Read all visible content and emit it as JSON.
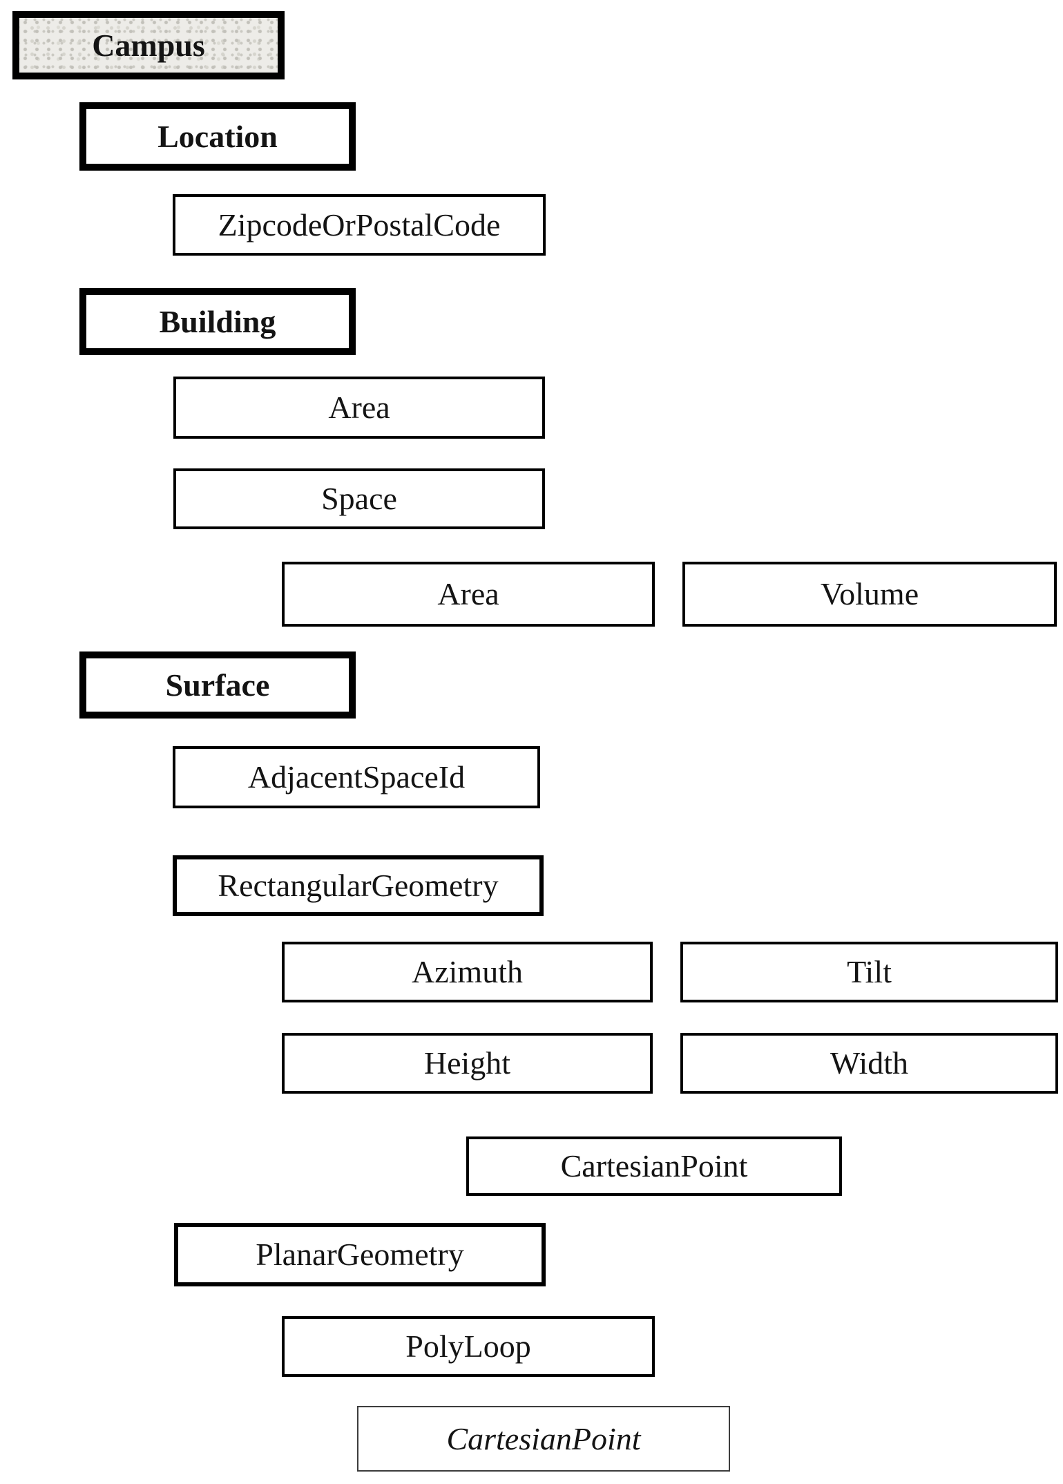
{
  "diagram": {
    "description": "gbXML-style element hierarchy of nested boxes, indentation shows parent-child nesting",
    "nodes": {
      "campus": {
        "label": "Campus",
        "level": 0,
        "style": "bold-shaded"
      },
      "location": {
        "label": "Location",
        "level": 1,
        "style": "bold"
      },
      "zipcode": {
        "label": "ZipcodeOrPostalCode",
        "level": 2,
        "style": "plain"
      },
      "building": {
        "label": "Building",
        "level": 1,
        "style": "bold"
      },
      "building_area": {
        "label": "Area",
        "level": 2,
        "style": "plain"
      },
      "space": {
        "label": "Space",
        "level": 2,
        "style": "plain"
      },
      "space_area": {
        "label": "Area",
        "level": 3,
        "style": "plain"
      },
      "volume": {
        "label": "Volume",
        "level": 3,
        "style": "plain"
      },
      "surface": {
        "label": "Surface",
        "level": 1,
        "style": "bold"
      },
      "adjacent_space_id": {
        "label": "AdjacentSpaceId",
        "level": 2,
        "style": "plain"
      },
      "rectangular_geometry": {
        "label": "RectangularGeometry",
        "level": 2,
        "style": "medium"
      },
      "azimuth": {
        "label": "Azimuth",
        "level": 3,
        "style": "plain"
      },
      "tilt": {
        "label": "Tilt",
        "level": 3,
        "style": "plain"
      },
      "height": {
        "label": "Height",
        "level": 3,
        "style": "plain"
      },
      "width": {
        "label": "Width",
        "level": 3,
        "style": "plain"
      },
      "cartesian_point": {
        "label": "CartesianPoint",
        "level": 4,
        "style": "plain"
      },
      "planar_geometry": {
        "label": "PlanarGeometry",
        "level": 2,
        "style": "medium"
      },
      "poly_loop": {
        "label": "PolyLoop",
        "level": 3,
        "style": "plain"
      },
      "cartesian_point_ref": {
        "label": "CartesianPoint",
        "level": 4,
        "style": "italic-thin"
      }
    },
    "colors": {
      "page_background": "#ffffff",
      "box_border": "#000000",
      "text_color": "#141414",
      "ref_border": "#3c3c3c"
    }
  }
}
